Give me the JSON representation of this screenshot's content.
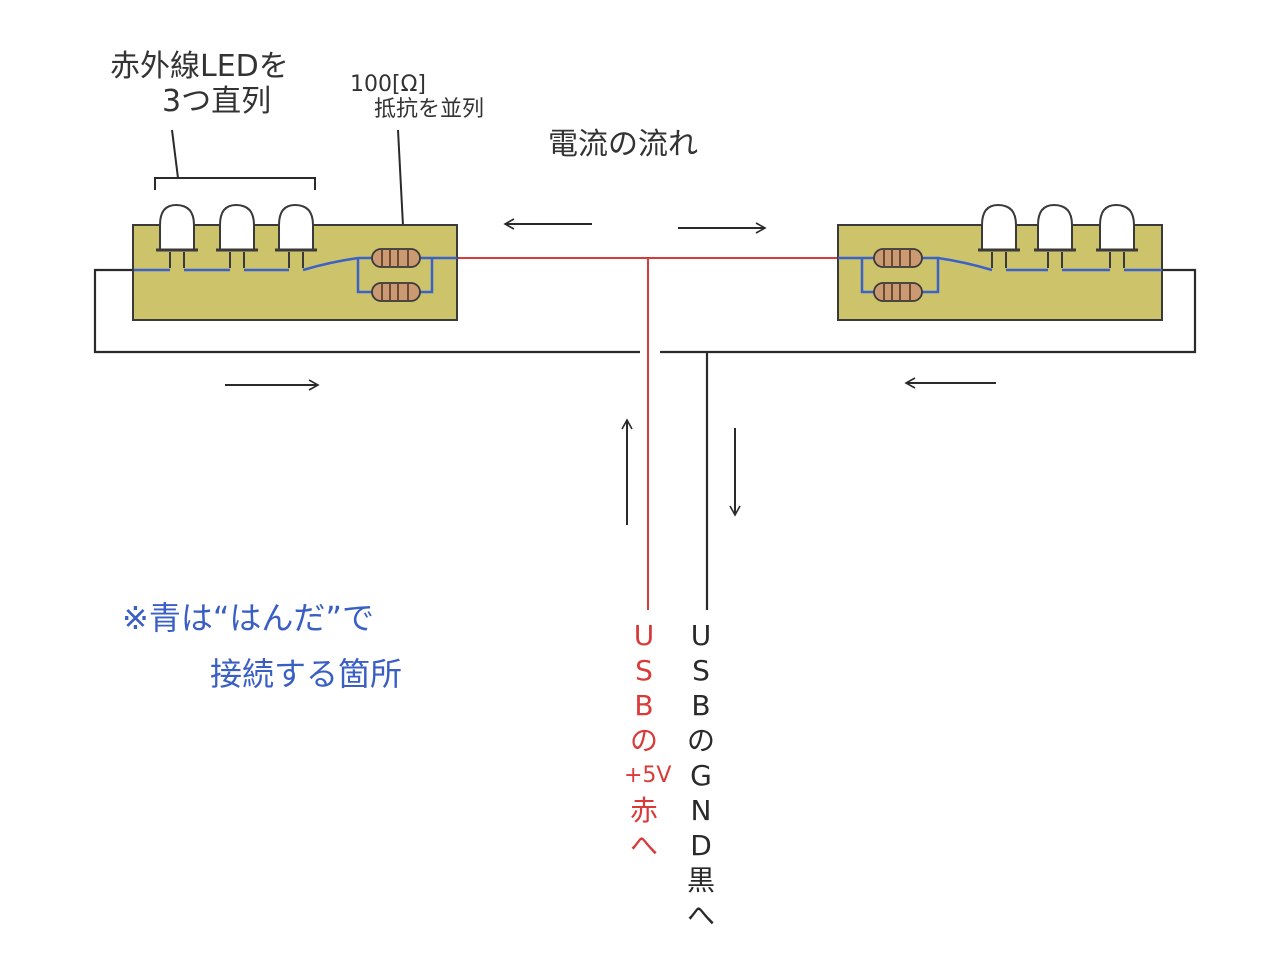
{
  "labels": {
    "led_note_line1": "赤外線LEDを",
    "led_note_line2": "3つ直列",
    "resistor_note_line1": "100[Ω]",
    "resistor_note_line2": "抵抗を並列",
    "current_flow": "電流の流れ",
    "solder_note_line1": "※青は“はんだ”で",
    "solder_note_line2": "接続する箇所",
    "usb_5v_chars": [
      "U",
      "S",
      "B",
      "の",
      "+5V",
      "赤",
      "へ"
    ],
    "usb_gnd_chars": [
      "U",
      "S",
      "B",
      "の",
      "G",
      "N",
      "D",
      "黒",
      "へ"
    ]
  },
  "colors": {
    "board": "#cdc36b",
    "board_stroke": "#3a3a3a",
    "solder_wire": "#3a62c9",
    "positive_wire": "#d93a3a",
    "ground_wire": "#2a2a2a",
    "resistor_body": "#cc9a72",
    "led_body": "#ffffff",
    "solder_text": "#3a5fc4"
  },
  "components": {
    "left_board": {
      "leds": 3,
      "resistors": 2
    },
    "right_board": {
      "leds": 3,
      "resistors": 2
    }
  }
}
